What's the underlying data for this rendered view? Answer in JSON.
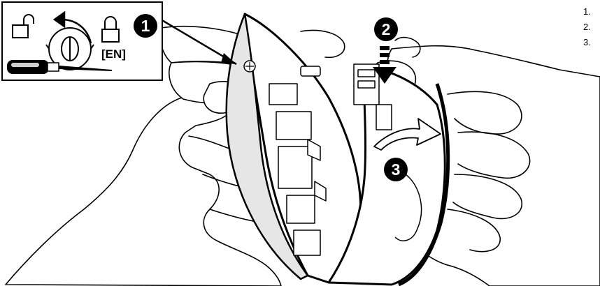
{
  "inset": {
    "label": "[EN]",
    "icons": [
      "unlocked-padlock-icon",
      "rotate-arrow-icon",
      "lock-knob-icon",
      "locked-padlock-icon",
      "screwdriver-icon"
    ]
  },
  "badges": [
    {
      "number": "1"
    },
    {
      "number": "2"
    },
    {
      "number": "3"
    }
  ],
  "steps": [
    "1.",
    "2.",
    "3."
  ],
  "colors": {
    "ink": "#000000",
    "paper": "#ffffff",
    "shade": "#d9d9d9"
  }
}
